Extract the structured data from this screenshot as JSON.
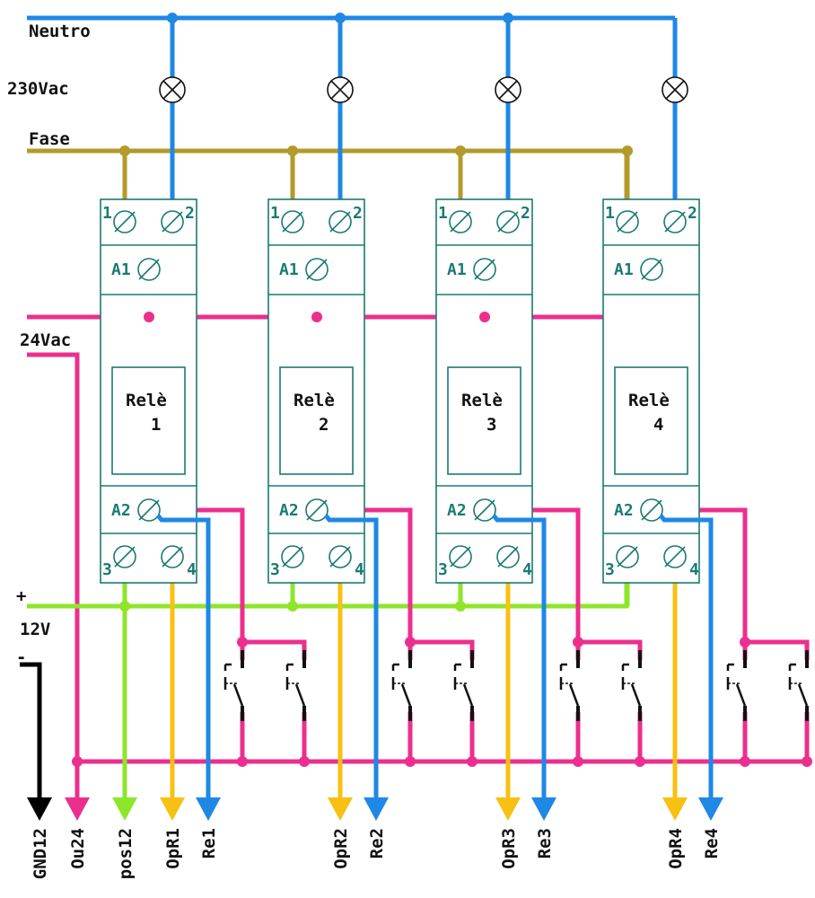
{
  "rails": {
    "neutral": "Neutro",
    "voltage_230": "230Vac",
    "phase": "Fase",
    "supply_24": "24Vac",
    "plus": "+",
    "v12": "12V",
    "minus": "-"
  },
  "relays": [
    {
      "title": "Relè",
      "number": "1",
      "t1": "1",
      "t2": "2",
      "a1": "A1",
      "a2": "A2",
      "t3": "3",
      "t4": "4"
    },
    {
      "title": "Relè",
      "number": "2",
      "t1": "1",
      "t2": "2",
      "a1": "A1",
      "a2": "A2",
      "t3": "3",
      "t4": "4"
    },
    {
      "title": "Relè",
      "number": "3",
      "t1": "1",
      "t2": "2",
      "a1": "A1",
      "a2": "A2",
      "t3": "3",
      "t4": "4"
    },
    {
      "title": "Relè",
      "number": "4",
      "t1": "1",
      "t2": "2",
      "a1": "A1",
      "a2": "A2",
      "t3": "3",
      "t4": "4"
    }
  ],
  "outputs": [
    "GND12",
    "Ou24",
    "pos12",
    "OpR1",
    "Re1",
    "OpR2",
    "Re2",
    "OpR3",
    "Re3",
    "OpR4",
    "Re4"
  ],
  "colors": {
    "neutral": "#1e88e5",
    "phase": "#b39a2a",
    "supply_24": "#ec2f8f",
    "plus_12": "#8ee62a",
    "ground_12": "#000000",
    "relay_outline": "#1a7a73",
    "opr_output": "#f8c012",
    "re_output": "#1e88e5"
  }
}
